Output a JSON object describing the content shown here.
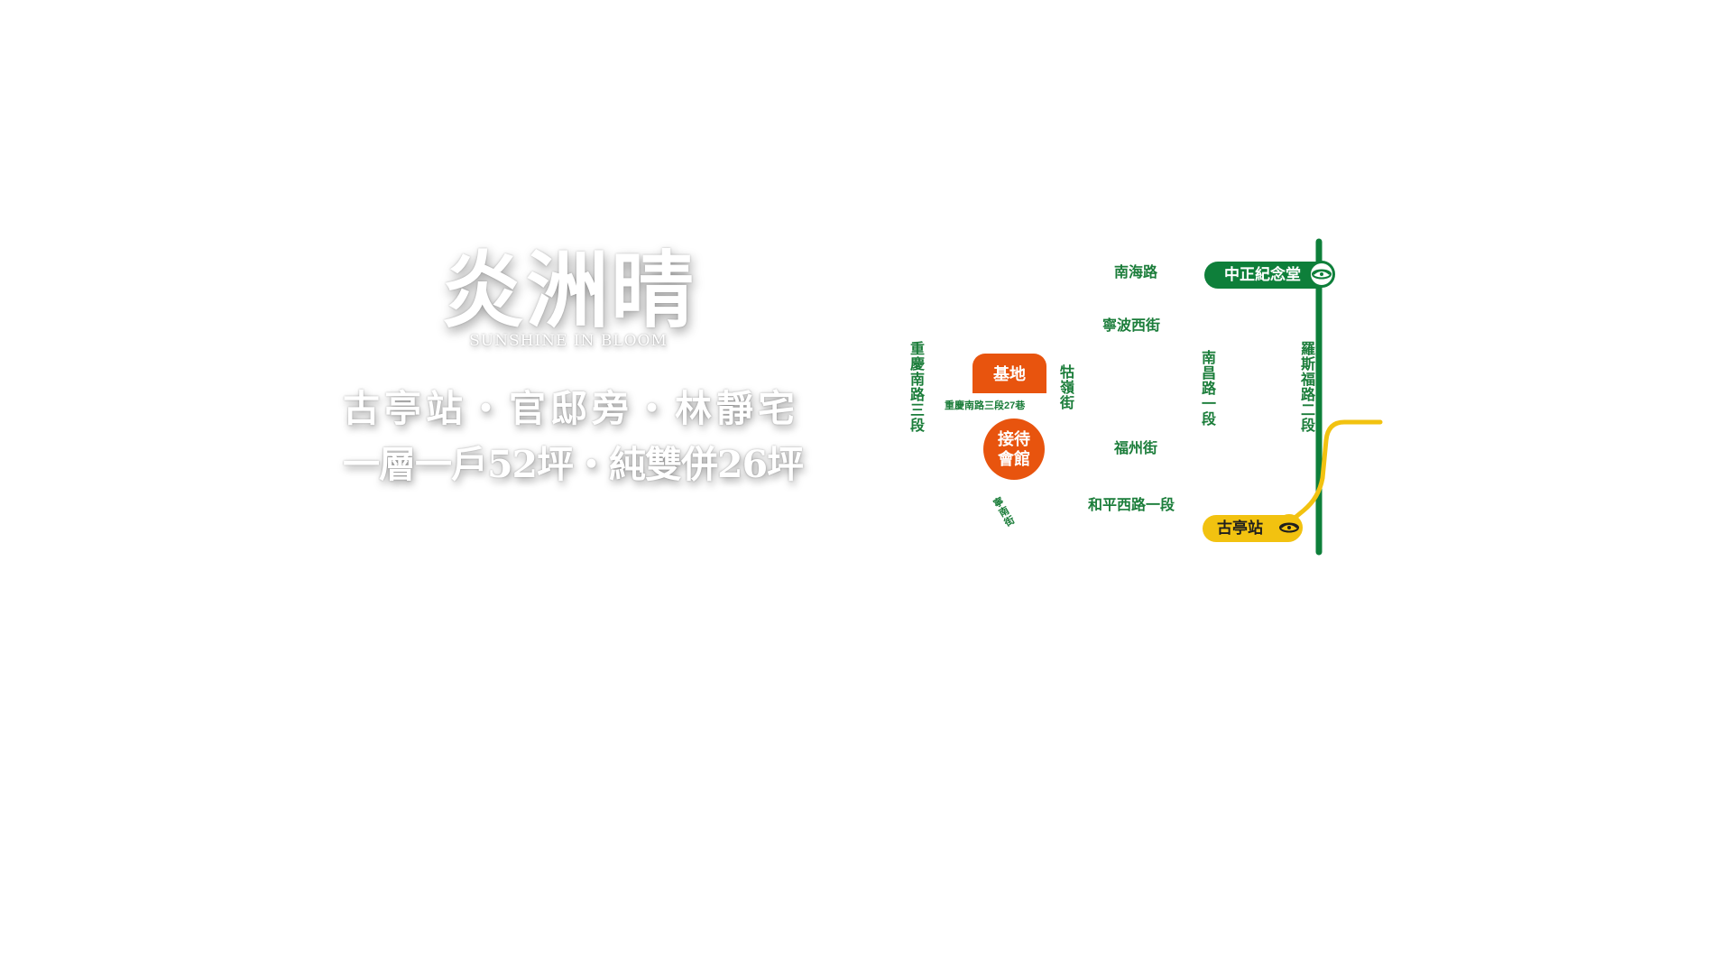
{
  "brand": {
    "title": "炎洲晴",
    "subtitle": "SUNSHINE IN BLOOM",
    "tagline_1": "古亭站‧官邸旁‧林靜宅",
    "tagline_2": "一層一戶52坪‧純雙併26坪"
  },
  "map": {
    "colors": {
      "green_line": "#0e7f3a",
      "yellow_line": "#f2c210",
      "label_green": "#1b7d3a",
      "site_orange": "#e8540e"
    },
    "roads": {
      "nanhai_rd": "南海路",
      "ningbo_w_st": "寧波西街",
      "nanchang_rd": "南昌路一段",
      "roosevelt_rd": "羅斯福路二段",
      "chongqing_s_rd": "重慶南路三段",
      "chongqing_lane": "重慶南路三段27巷",
      "guling_st": "牯嶺街",
      "fuzhou_st": "福州街",
      "heping_w_rd": "和平西路一段",
      "diagonal_st": "寧南街"
    },
    "site_label": "基地",
    "reception_label_1": "接待",
    "reception_label_2": "會館",
    "stations": {
      "cks_memorial": "中正紀念堂",
      "guting": "古亭站"
    },
    "icons": {
      "mrt_logo": "taipei-metro-logo-icon"
    }
  }
}
